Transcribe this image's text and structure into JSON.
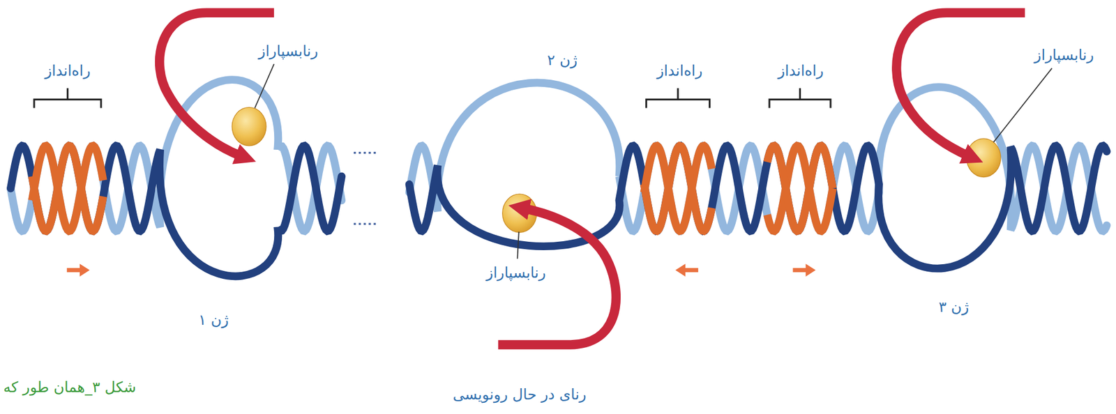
{
  "diagram": {
    "caption": "شکل ۳_همان طور که",
    "labels": [
      "راه‌انداز",
      "رنابسپاراز",
      "ژن ۲",
      "راه‌انداز",
      "راه‌انداز",
      "رنابسپاراز",
      "ژن ۱",
      "رنابسپاراز",
      "ژن ۳",
      "رنای در حال رونویسی"
    ]
  }
}
